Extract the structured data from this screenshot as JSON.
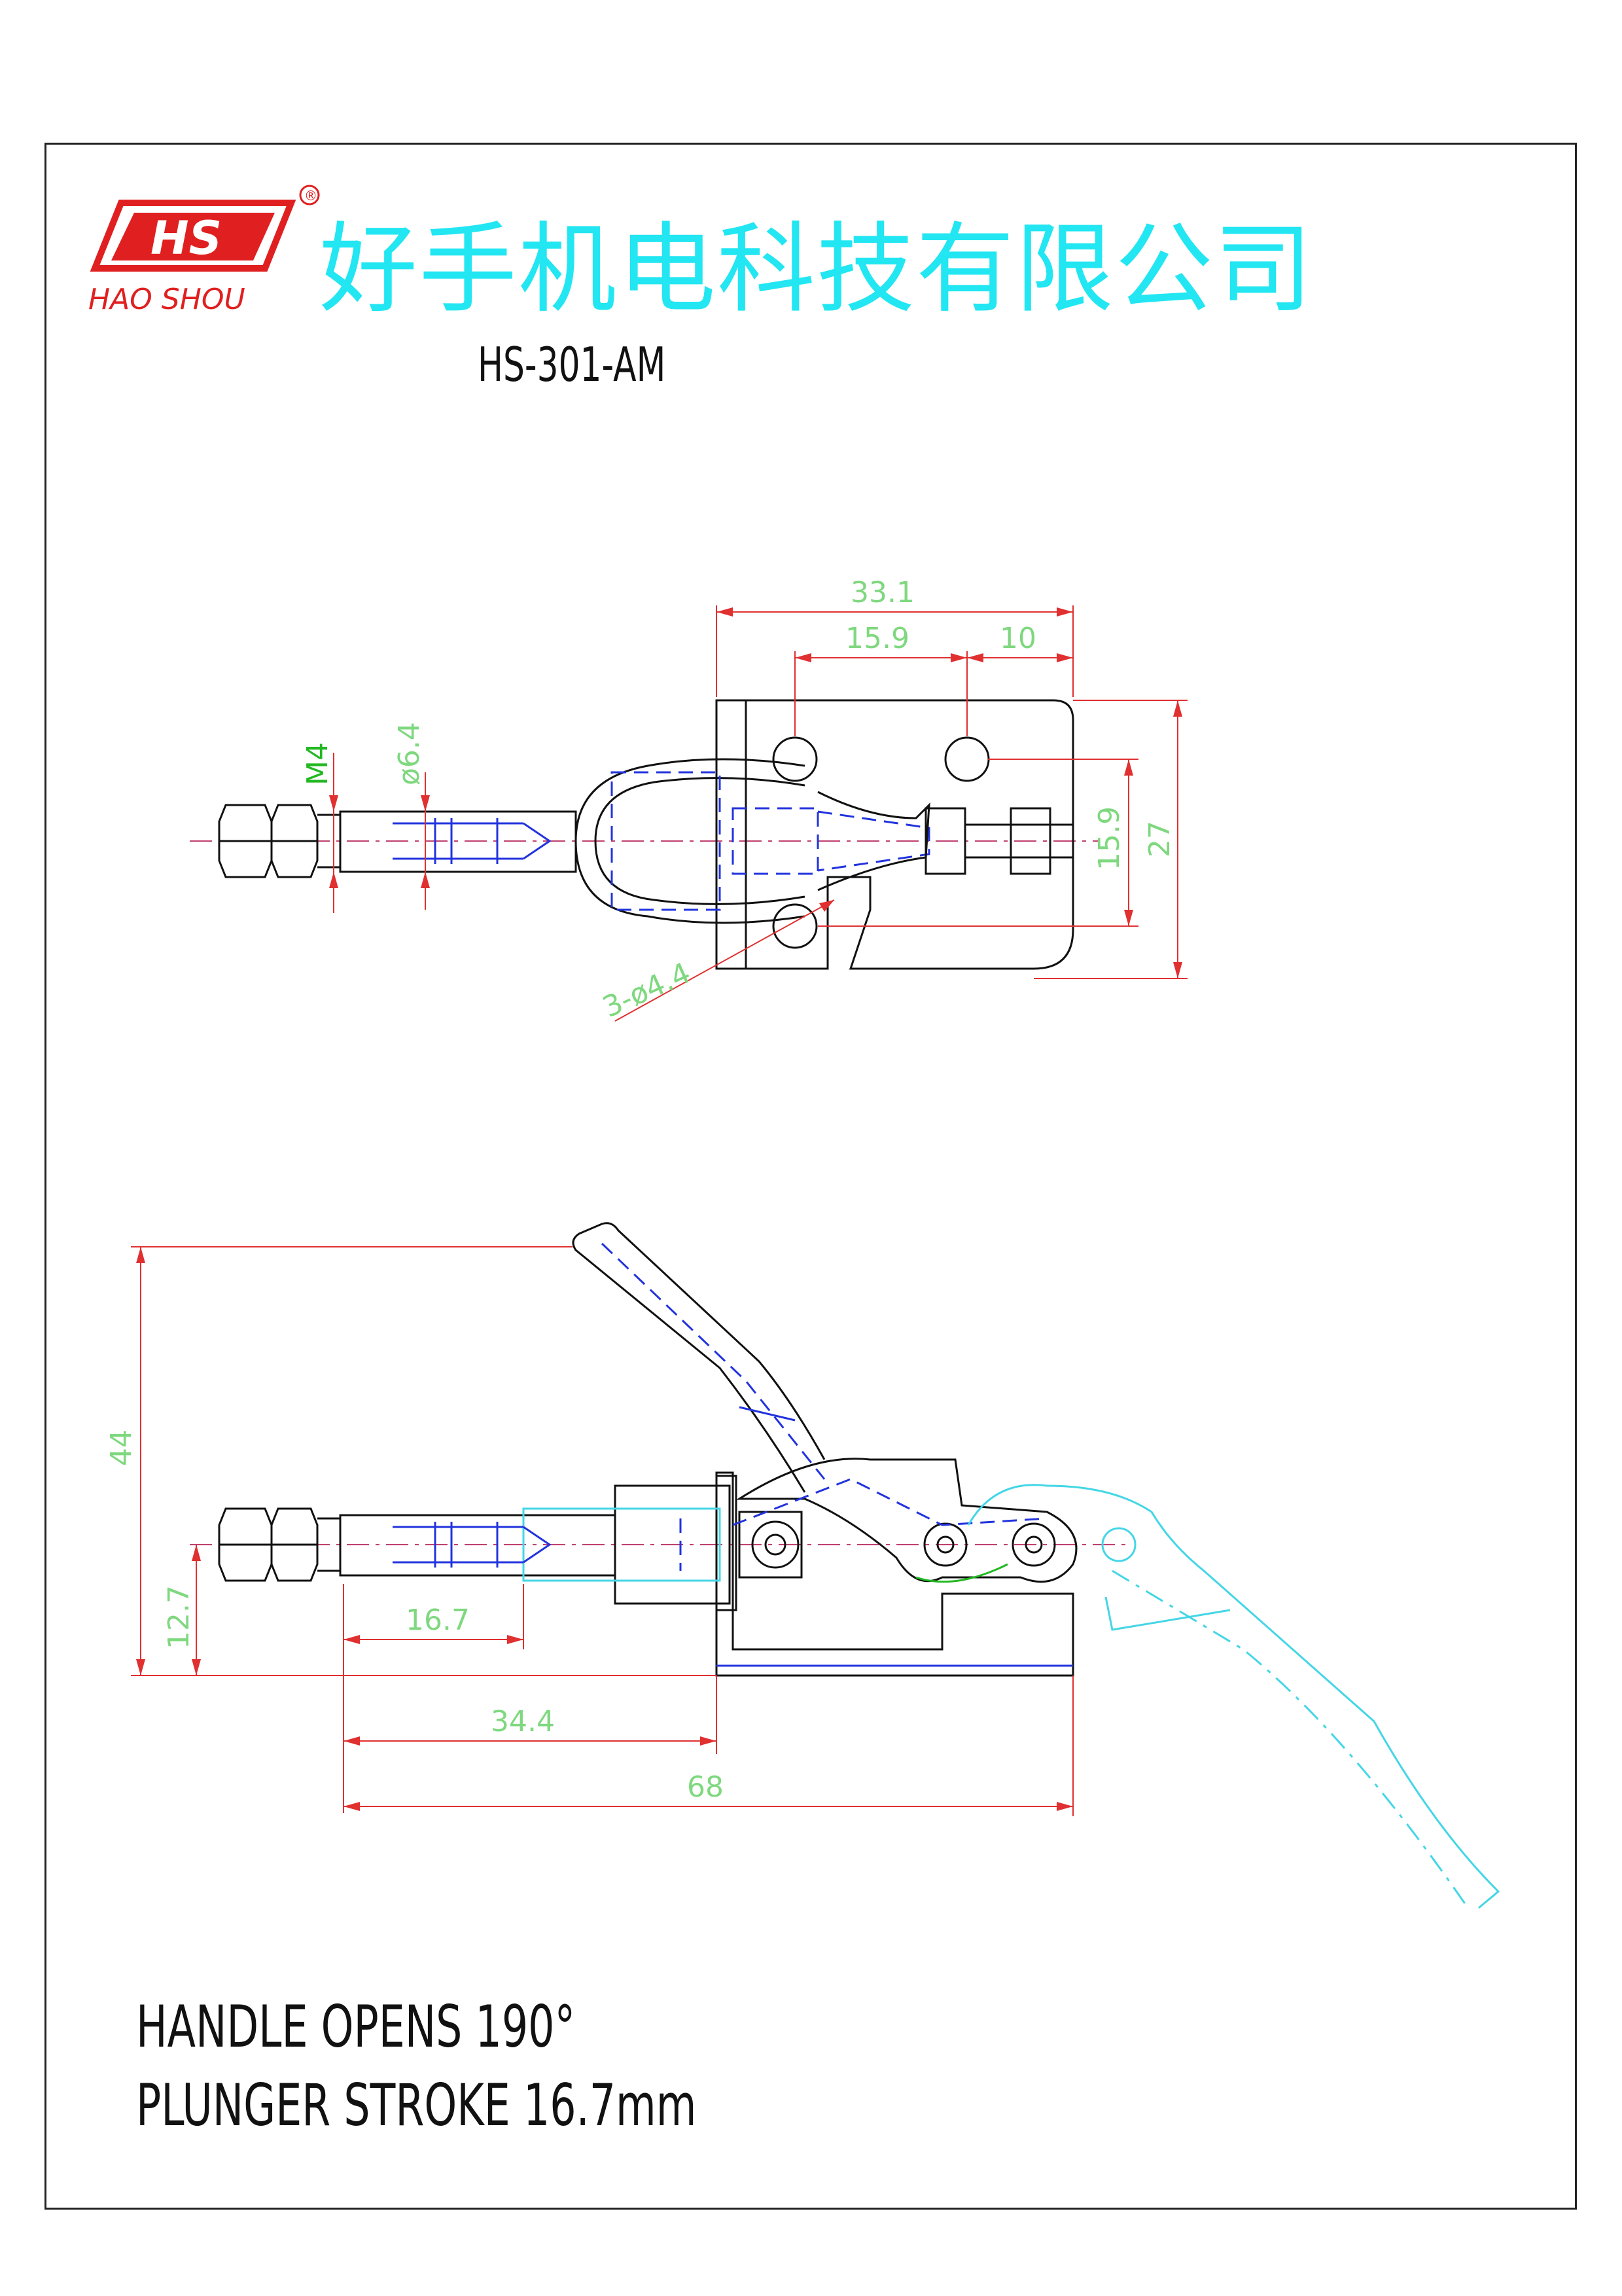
{
  "header": {
    "logo_letters": "HS",
    "logo_wordmark": "HAO SHOU",
    "logo_registered": "®",
    "company_name": "好手机电科技有限公司",
    "model": "HS-301-AM"
  },
  "top_view": {
    "dims": {
      "overall_width": "33.1",
      "hole_spacing": "15.9",
      "edge_offset": "10",
      "thread": "M4",
      "rod_diameter": "ø6.4",
      "hole_pitch_vertical": "15.9",
      "base_height": "27",
      "holes": "3-ø4.4"
    }
  },
  "side_view": {
    "dims": {
      "handle_height": "44",
      "rod_height": "12.7",
      "plunger_stroke": "16.7",
      "mount_offset": "34.4",
      "overall_length": "68"
    }
  },
  "notes": {
    "handle_opens": "HANDLE OPENS   190°",
    "plunger_stroke": "PLUNGER STROKE 16.7mm"
  },
  "colors": {
    "company_text": "#22e6f2",
    "logo_red": "#e02020",
    "dimension_text": "#7fd87f",
    "dimension_line": "#e03030",
    "hidden_line": "#2233dd",
    "phantom_line": "#44d6e6"
  }
}
